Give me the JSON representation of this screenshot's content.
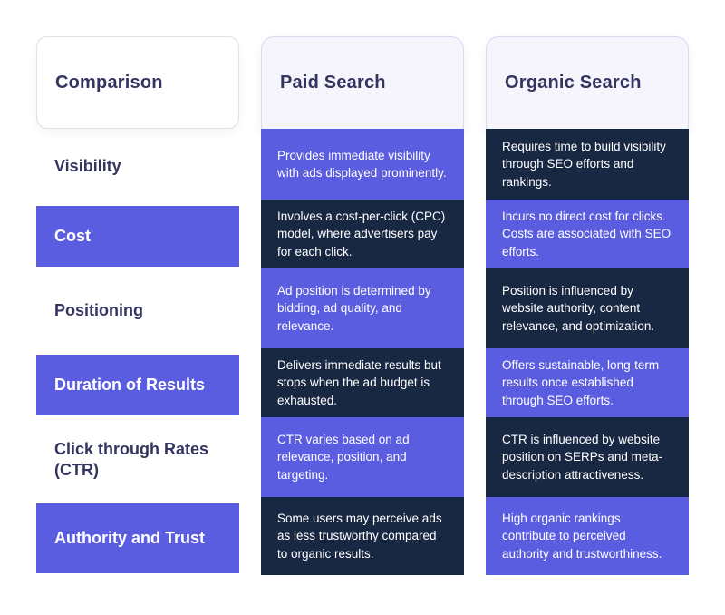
{
  "table": {
    "header": {
      "comparison": "Comparison",
      "paid": "Paid Search",
      "organic": "Organic Search"
    },
    "rows": [
      {
        "label": "Visibility",
        "paid": "Provides immediate visibility with ads displayed prominently.",
        "organic": "Requires time to build visibility through SEO efforts and rankings."
      },
      {
        "label": "Cost",
        "paid": "Involves a cost-per-click (CPC) model, where advertisers pay for each click.",
        "organic": "Incurs no direct cost for clicks. Costs are associated with SEO efforts."
      },
      {
        "label": "Positioning",
        "paid": "Ad position is determined by bidding, ad quality, and relevance.",
        "organic": "Position is influenced by website authority, content relevance, and optimization."
      },
      {
        "label": "Duration of Results",
        "paid": "Delivers immediate results but stops when the ad budget is exhausted.",
        "organic": "Offers sustainable, long-term results once established through SEO efforts."
      },
      {
        "label": "Click through Rates (CTR)",
        "paid": "CTR varies based on ad relevance, position, and targeting.",
        "organic": "CTR is influenced by website position on SERPs and meta-description attractiveness."
      },
      {
        "label": "Authority and Trust",
        "paid": "Some users may perceive ads as less trustworthy compared to organic results.",
        "organic": "High organic rankings contribute to perceived authority and trustworthiness."
      }
    ],
    "colors": {
      "accent_purple": "#5a5de0",
      "dark_navy": "#182742",
      "header_text": "#333560",
      "header_card_bg": "#f6f5fb",
      "header_card_border": "#dcdaf0",
      "comparison_card_border": "#dfdfe4",
      "cell_text": "#ffffff"
    }
  }
}
